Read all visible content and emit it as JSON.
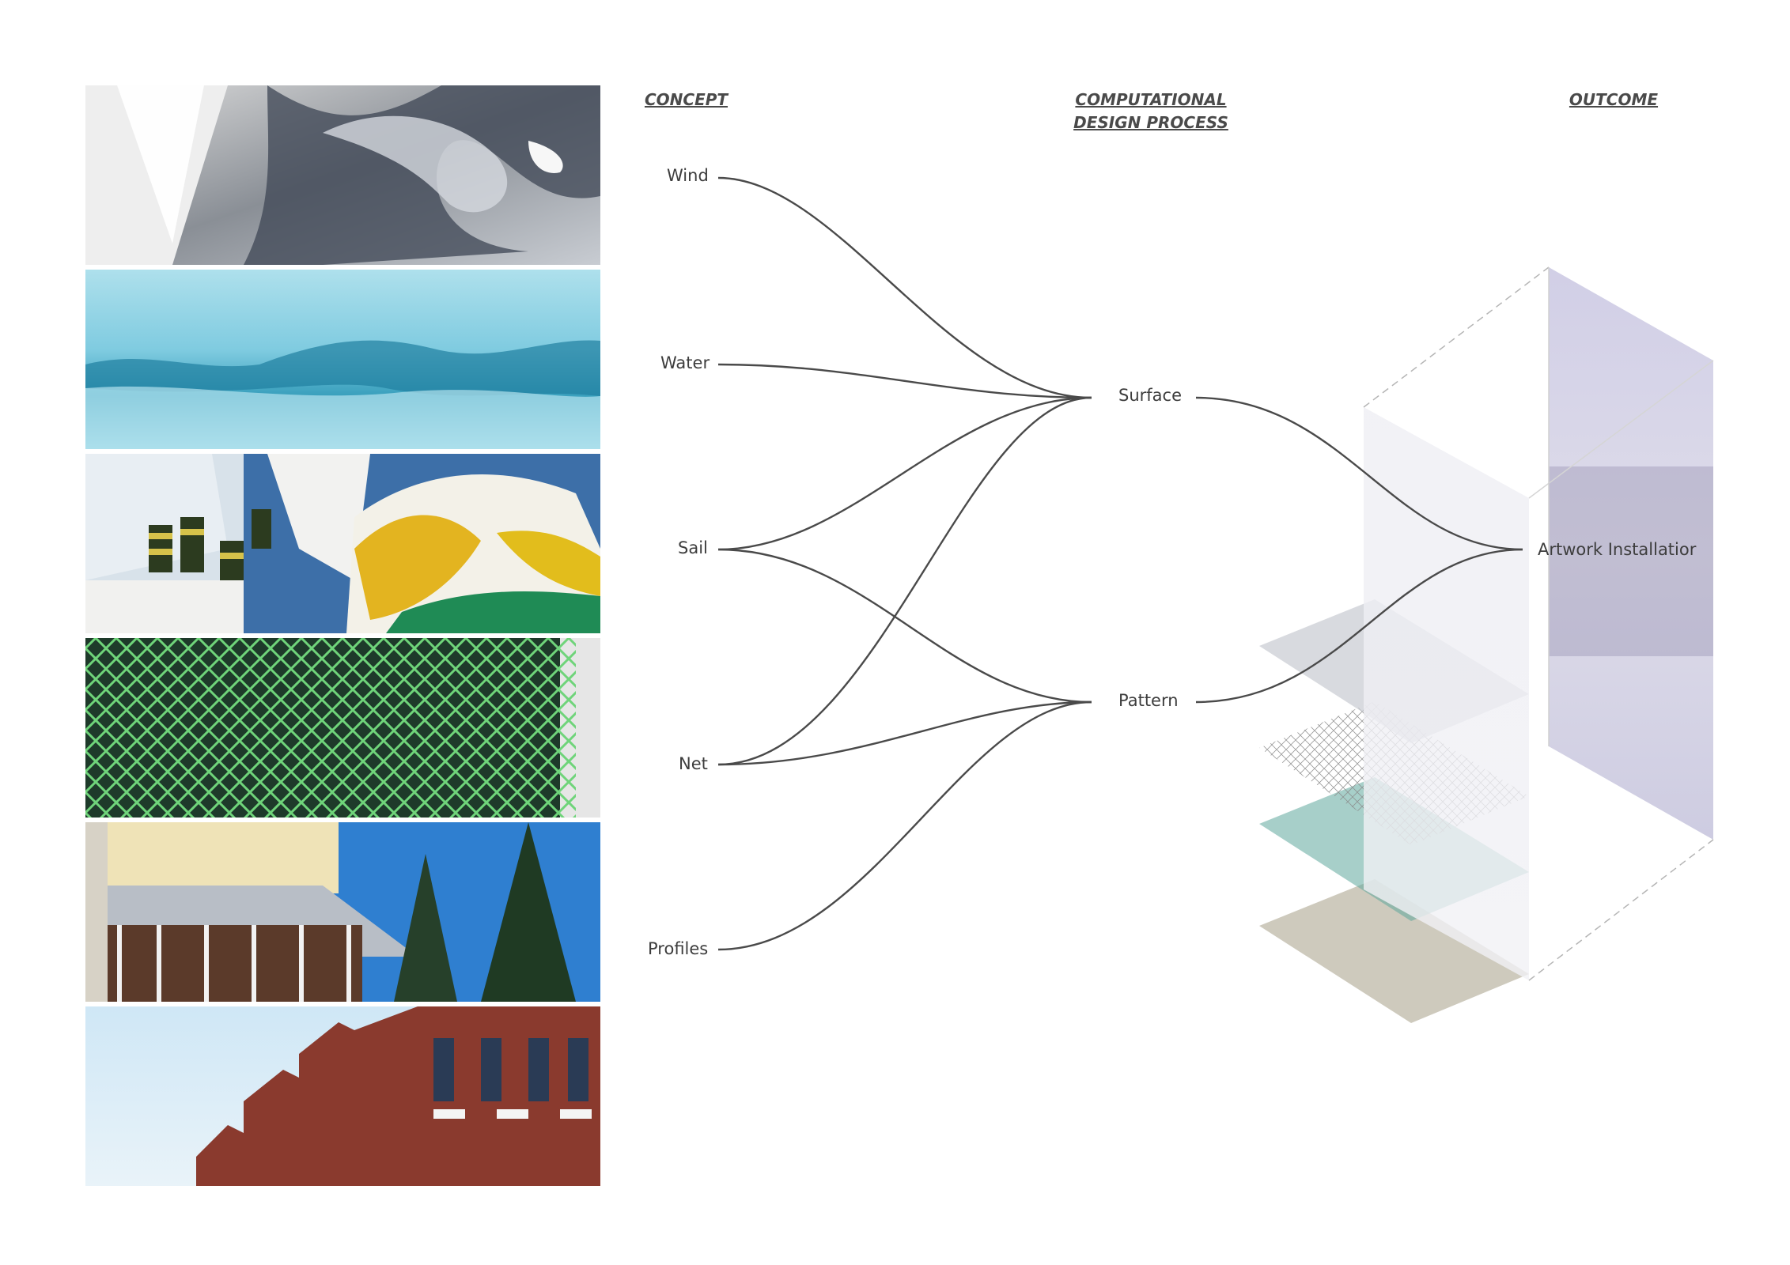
{
  "headers": {
    "concept": "CONCEPT",
    "process_line1": "COMPUTATIONAL",
    "process_line2": "DESIGN PROCESS",
    "outcome": "OUTCOME"
  },
  "nodes": {
    "wind": "Wind",
    "water": "Water",
    "sail": "Sail",
    "net": "Net",
    "profiles": "Profiles",
    "surface": "Surface",
    "pattern": "Pattern",
    "artwork": "Artwork Installatior"
  },
  "edges": [
    [
      "Wind",
      "Surface"
    ],
    [
      "Water",
      "Surface"
    ],
    [
      "Sail",
      "Surface"
    ],
    [
      "Sail",
      "Pattern"
    ],
    [
      "Net",
      "Surface"
    ],
    [
      "Net",
      "Pattern"
    ],
    [
      "Profiles",
      "Pattern"
    ],
    [
      "Surface",
      "Artwork Installatior"
    ],
    [
      "Pattern",
      "Artwork Installatior"
    ]
  ],
  "colors": {
    "link": "#4a4a4a",
    "header": "#4a4a4a",
    "panel_lavender": "#cfcde6",
    "panel_pale": "#e9e9f1"
  },
  "photos": [
    "sail-closeup",
    "water-surface",
    "sailing-crew-spinnaker",
    "green-fishing-net",
    "heritage-verandah-pines",
    "brick-sawtooth-roofs"
  ]
}
